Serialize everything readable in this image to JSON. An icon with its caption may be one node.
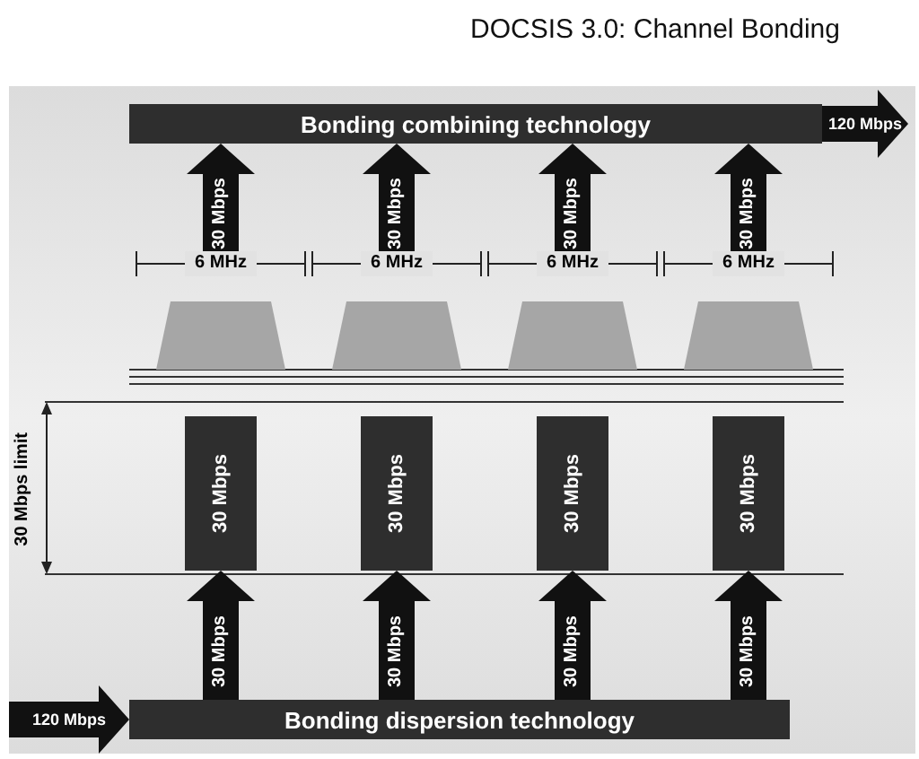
{
  "diagram": {
    "title": "DOCSIS 3.0: Channel Bonding",
    "nodes": [
      {
        "text": [
          "Bonding combining technology"
        ]
      },
      {
        "text": [
          "6 MHz"
        ]
      },
      {
        "text": [
          "6 MHz"
        ]
      },
      {
        "text": [
          "6 MHz"
        ]
      },
      {
        "text": [
          "6 MHz"
        ]
      },
      {
        "text": [
          "30 Mbps"
        ]
      },
      {
        "text": [
          "30 Mbps"
        ]
      },
      {
        "text": [
          "30 Mbps"
        ]
      },
      {
        "text": [
          "30 Mbps"
        ]
      },
      {
        "text": [
          "Bonding dispersion technology"
        ]
      }
    ],
    "edges": [
      {
        "from": 1,
        "to": 0,
        "arrow": "to",
        "label": "30 Mbps"
      },
      {
        "from": 2,
        "to": 0,
        "arrow": "to",
        "label": "30 Mbps"
      },
      {
        "from": 3,
        "to": 0,
        "arrow": "to",
        "label": "30 Mbps"
      },
      {
        "from": 4,
        "to": 0,
        "arrow": "to",
        "label": "30 Mbps"
      },
      {
        "from": 0,
        "to": null,
        "arrow": "to",
        "label": "120 Mbps"
      },
      {
        "from": 9,
        "to": 5,
        "arrow": "to",
        "label": "30 Mbps"
      },
      {
        "from": 9,
        "to": 6,
        "arrow": "to",
        "label": "30 Mbps"
      },
      {
        "from": 9,
        "to": 7,
        "arrow": "to",
        "label": "30 Mbps"
      },
      {
        "from": 9,
        "to": 8,
        "arrow": "to",
        "label": "30 Mbps"
      },
      {
        "from": null,
        "to": 9,
        "arrow": "to",
        "label": "120 Mbps"
      }
    ],
    "labels": [
      "30 Mbps limit"
    ]
  }
}
